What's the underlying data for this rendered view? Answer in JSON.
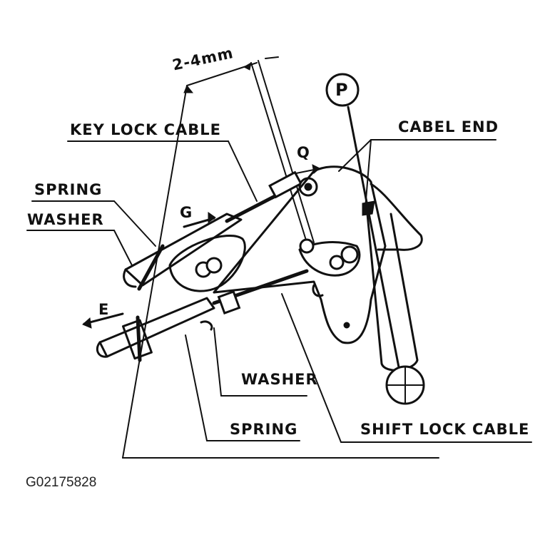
{
  "labels": {
    "dimension": "2-4mm",
    "key_lock_cable": "KEY LOCK CABLE",
    "cabel_end": "CABEL END",
    "spring_top": "SPRING",
    "washer_top": "WASHER",
    "g_mark": "G",
    "q_mark": "Q",
    "p_mark": "P",
    "e_mark": "E",
    "washer_bottom": "WASHER",
    "spring_bottom": "SPRING",
    "shift_lock_cable": "SHIFT LOCK CABLE"
  },
  "figure_code": "G02175828"
}
